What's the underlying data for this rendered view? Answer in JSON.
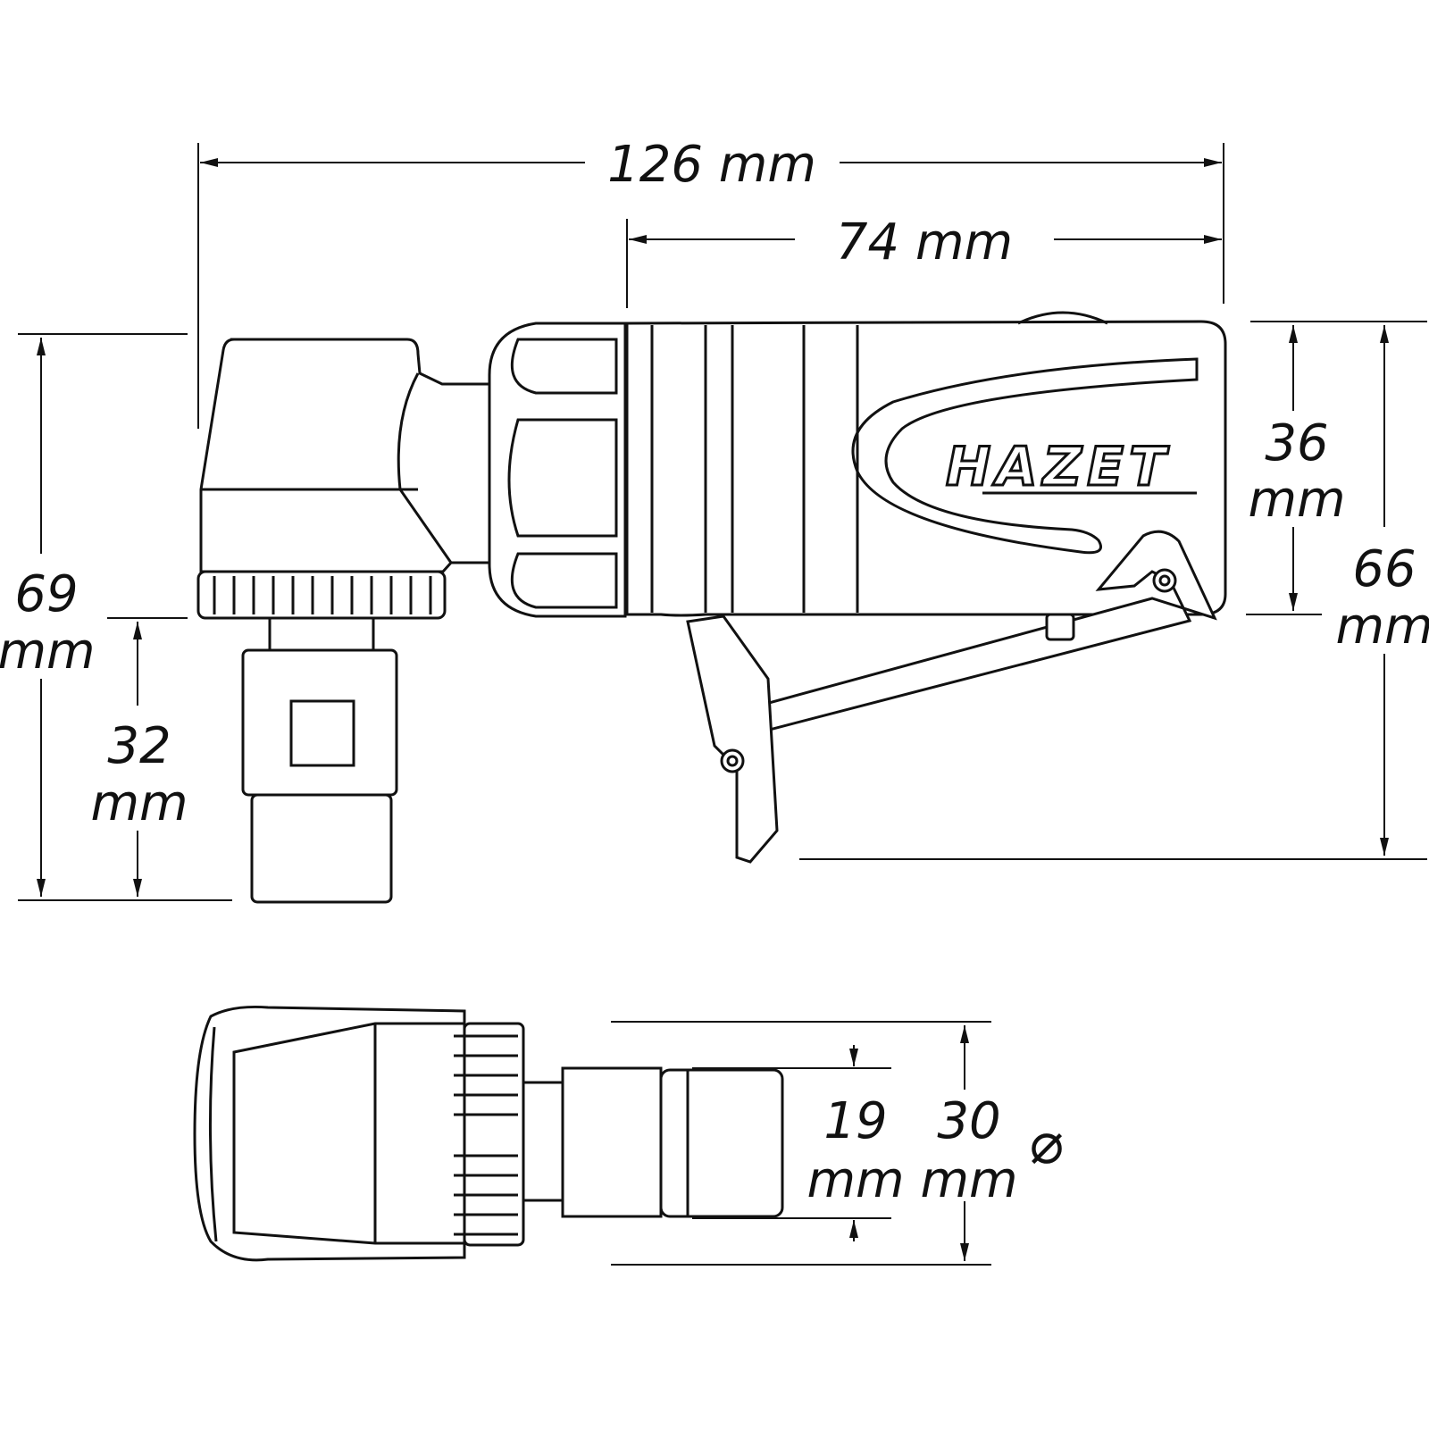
{
  "dimensions": {
    "overall_length": "126 mm",
    "body_length": "74 mm",
    "body_height_value": "36",
    "body_height_unit": "mm",
    "total_height_value": "66",
    "total_height_unit": "mm",
    "head_height_value": "69",
    "head_height_unit": "mm",
    "spindle_height_value": "32",
    "spindle_height_unit": "mm",
    "collet_diameter_value": "19",
    "collet_diameter_unit": "mm",
    "head_diameter_value": "30",
    "head_diameter_unit": "mm",
    "diameter_symbol": "⌀"
  },
  "brand": {
    "logo": "HAZET"
  },
  "colors": {
    "line": "#111111",
    "background": "#ffffff"
  }
}
